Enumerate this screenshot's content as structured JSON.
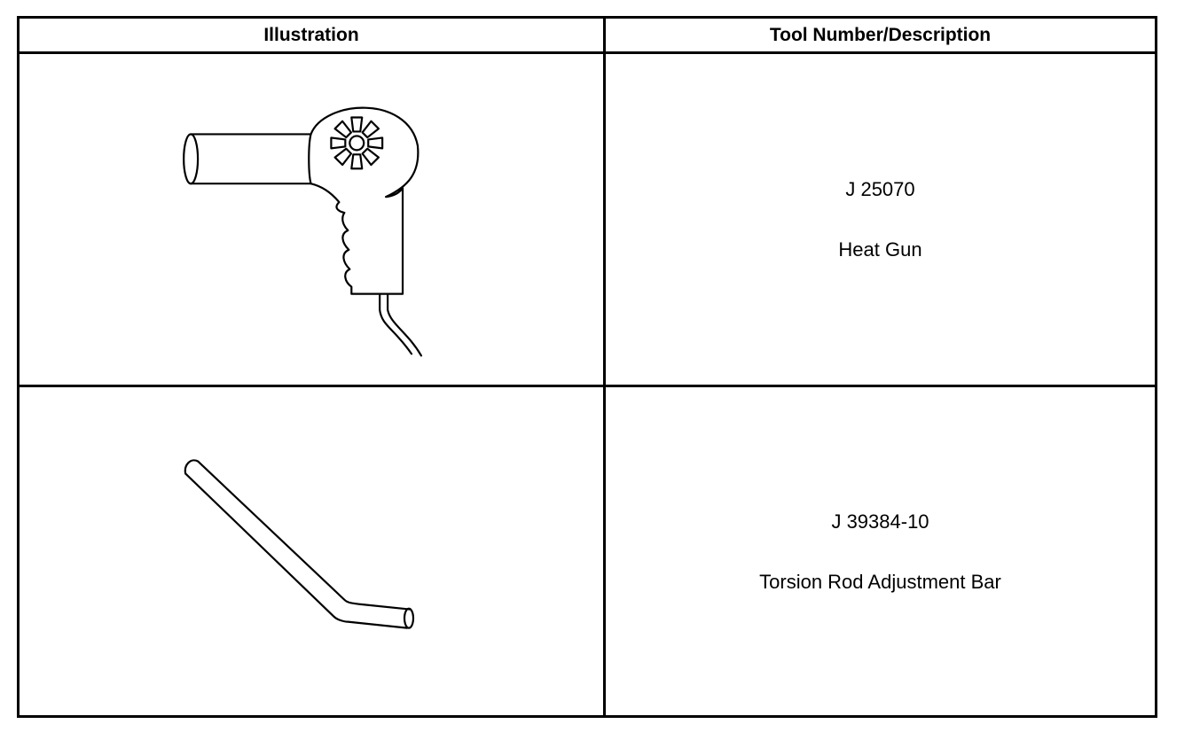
{
  "table": {
    "headers": {
      "illustration": "Illustration",
      "description": "Tool Number/Description"
    },
    "rows": [
      {
        "tool_number": "J 25070",
        "description": "Heat Gun",
        "illustration_icon": "heat-gun-icon"
      },
      {
        "tool_number": "J 39384-10",
        "description": "Torsion Rod Adjustment Bar",
        "illustration_icon": "torsion-bar-icon"
      }
    ]
  }
}
